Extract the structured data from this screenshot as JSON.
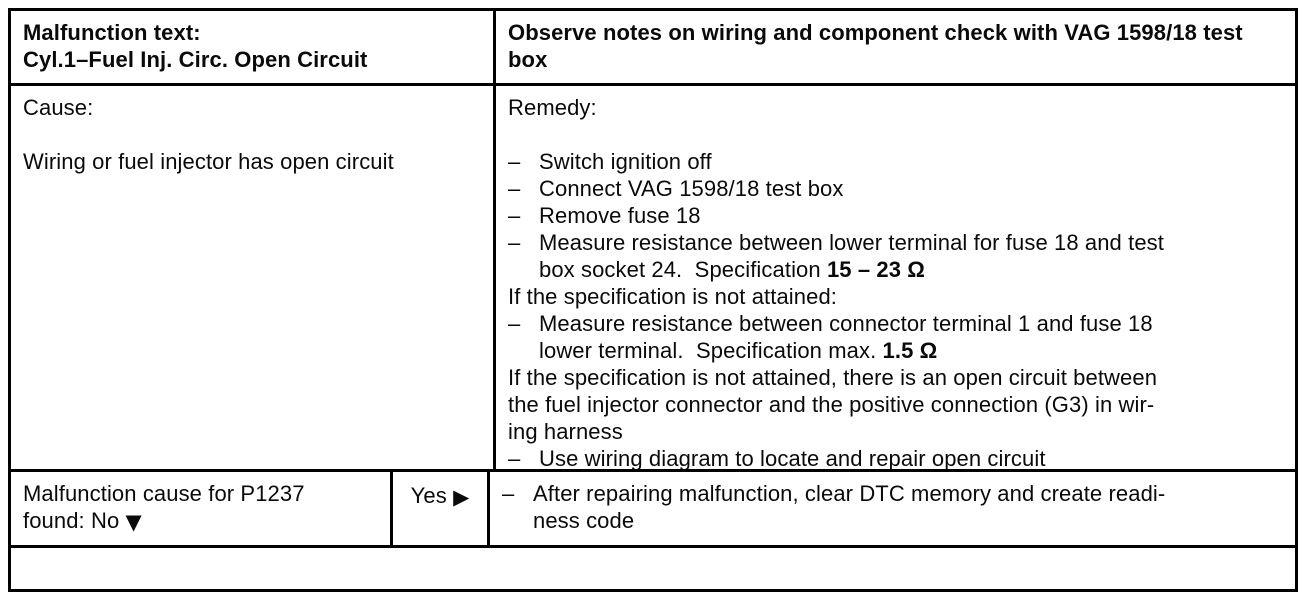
{
  "meta": {
    "kind": "scanned service-manual diagnostic table",
    "colors": {
      "background": "#ffffff",
      "text": "#0a0a0a",
      "border": "#000000"
    }
  },
  "table": {
    "header": {
      "malfunction_label": "Malfunction text:",
      "malfunction_text": "Cyl.1–Fuel Inj. Circ. Open Circuit",
      "note": "Observe notes on wiring and component check with VAG 1598/18 test box"
    },
    "cause": {
      "label": "Cause:",
      "text": "Wiring or fuel injector has open circuit"
    },
    "remedy": {
      "label": "Remedy:",
      "lines": [
        {
          "dash": "–",
          "text": "Switch ignition off"
        },
        {
          "dash": "–",
          "text": "Connect VAG 1598/18 test box"
        },
        {
          "dash": "–",
          "text": "Remove fuse 18"
        },
        {
          "dash": "–",
          "text": "Measure resistance between lower terminal for fuse 18 and test"
        },
        {
          "indent": true,
          "text": "box socket 24.  Specification ",
          "bold": "15 – 23 Ω"
        },
        {
          "text": "If the specification is not attained:"
        },
        {
          "dash": "–",
          "text": "Measure resistance between connector terminal 1 and fuse 18"
        },
        {
          "indent": true,
          "text": "lower terminal.  Specification max. ",
          "bold": "1.5 Ω"
        },
        {
          "text": "If the specification is not attained, there is an open circuit between"
        },
        {
          "text": "the fuel injector connector and the positive connection (G3) in wir-"
        },
        {
          "text": "ing harness"
        },
        {
          "dash": "–",
          "text": "Use wiring diagram to locate and repair open circuit"
        }
      ]
    },
    "decision": {
      "question_line1": "Malfunction cause for P1237",
      "question_line2": "found: No ",
      "no_arrow": "▼",
      "yes_label": "Yes ",
      "yes_arrow": "▶",
      "action_dash": "–",
      "action_line1": "After repairing malfunction, clear DTC memory and create readi-",
      "action_line2": "ness code"
    }
  }
}
